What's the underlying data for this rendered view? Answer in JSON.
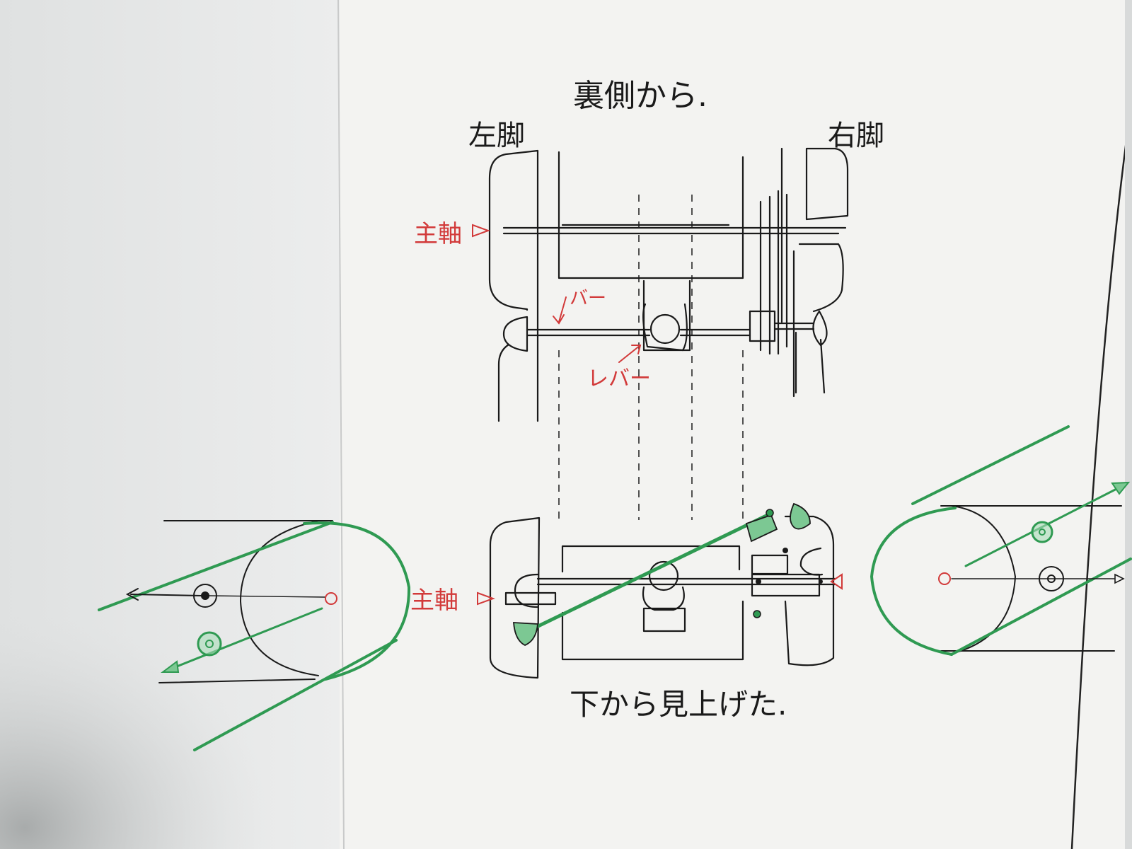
{
  "labels": {
    "top_title": "裏側から.",
    "bottom_title": "下から見上げた.",
    "left_leg": "左脚",
    "right_leg": "右脚",
    "main_shaft_top": "主軸",
    "main_shaft_bottom": "主軸",
    "bar": "バー",
    "lever": "レバー"
  },
  "colors": {
    "ink": "#1a1a1a",
    "pencil": "#8a8a8a",
    "red_ink": "#d23a3a",
    "green": "#2f9a52",
    "green_fill": "#7cc893",
    "paper": "#f5f5f3",
    "paper_shadow": "#d4d6d6"
  },
  "icons": {
    "shaft_marker": "triangle-pointer-icon",
    "arrow_head": "arrow-head-icon",
    "pivot": "pivot-circle-icon"
  }
}
